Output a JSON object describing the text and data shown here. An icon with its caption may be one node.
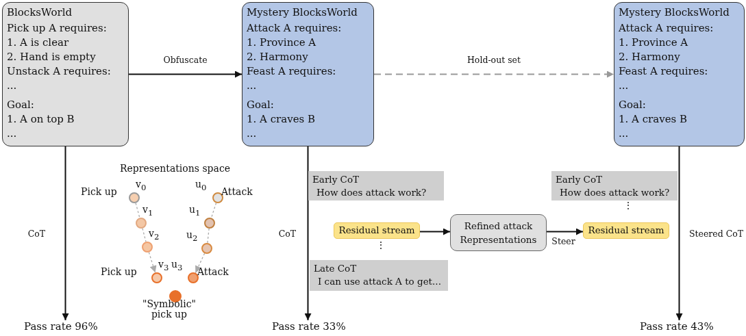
{
  "diagram": {
    "nodes": [
      {
        "text": [
          "BlocksWorld",
          "Pick up A requires:",
          "1. A is clear",
          "2. Hand is empty",
          "Unstack A requires:",
          "...",
          "Goal:",
          "1. A on top B",
          "..."
        ]
      },
      {
        "text": [
          "Mystery BlocksWorld",
          "Attack A requires:",
          "1. Province A",
          "2. Harmony",
          "Feast A requires:",
          "...",
          "Goal:",
          "1. A craves B",
          "..."
        ]
      },
      {
        "text": [
          "Mystery BlocksWorld",
          "Attack A requires:",
          "1. Province A",
          "2. Harmony",
          "Feast A requires:",
          "...",
          "Goal:",
          "1. A craves B",
          "..."
        ]
      },
      {
        "text": [],
        "shape": "circle",
        "beside": [
          "Pick up",
          "v$_{0}$"
        ]
      },
      {
        "text": [],
        "shape": "circle",
        "beside": [
          "u$_{0}$",
          "Attack"
        ]
      },
      {
        "text": [],
        "shape": "circle",
        "beside": [
          "v$_{1}$"
        ]
      },
      {
        "text": [],
        "shape": "circle",
        "beside": [
          "u$_{1}$"
        ]
      },
      {
        "text": [],
        "shape": "circle",
        "beside": [
          "v$_{2}$"
        ]
      },
      {
        "text": [],
        "shape": "circle",
        "beside": [
          "u$_{2}$"
        ]
      },
      {
        "text": [],
        "shape": "circle",
        "beside": [
          "Pick up",
          "v$_{3}$"
        ]
      },
      {
        "text": [],
        "shape": "circle",
        "beside": [
          "u$_{3}$",
          "Attack"
        ]
      },
      {
        "text": [],
        "shape": "circle",
        "beside": [
          "\"Symbolic\" pick up"
        ]
      },
      {
        "text": [
          "Early CoT",
          "How does attack work?"
        ]
      },
      {
        "text": [
          "Residual stream"
        ]
      },
      {
        "text": [
          "Refined attack Representations"
        ]
      },
      {
        "text": [
          "Late CoT",
          "I can use attack A to get..."
        ]
      },
      {
        "text": [
          "Early CoT",
          "How does attack work?"
        ]
      },
      {
        "text": [
          "Residual stream"
        ]
      },
      {
        "text": [
          "Pass rate 96%"
        ]
      },
      {
        "text": [
          "Pass rate 33%"
        ]
      },
      {
        "text": [
          "Pass rate 43%"
        ]
      }
    ],
    "edges": [
      {
        "from": 0,
        "to": 1,
        "arrow": "to",
        "label": "Obfuscate"
      },
      {
        "from": 1,
        "to": 2,
        "arrow": "to",
        "label": "Hold-out set",
        "style": "dashed",
        "color": "#999999"
      },
      {
        "from": 0,
        "to": 18,
        "arrow": "to",
        "label": "CoT"
      },
      {
        "from": 1,
        "to": 19,
        "arrow": "to",
        "label": "CoT"
      },
      {
        "from": 2,
        "to": 20,
        "arrow": "to",
        "label": "Steered CoT"
      },
      {
        "from": 3,
        "to": 5,
        "arrow": "none",
        "style": "dashed",
        "color": "#aaaaaa"
      },
      {
        "from": 5,
        "to": 7,
        "arrow": "none",
        "style": "dashed",
        "color": "#aaaaaa"
      },
      {
        "from": 7,
        "to": 9,
        "arrow": "to",
        "style": "dashed",
        "color": "#aaaaaa"
      },
      {
        "from": 4,
        "to": 6,
        "arrow": "none",
        "style": "dashed",
        "color": "#aaaaaa"
      },
      {
        "from": 6,
        "to": 8,
        "arrow": "none",
        "style": "dashed",
        "color": "#aaaaaa"
      },
      {
        "from": 8,
        "to": 10,
        "arrow": "to",
        "style": "dashed",
        "color": "#aaaaaa"
      },
      {
        "from": 13,
        "to": 14,
        "arrow": "to"
      },
      {
        "from": 14,
        "to": 17,
        "arrow": "to",
        "label": "Steer"
      }
    ],
    "labels": [
      "Representations space",
      "⋮",
      "⋮"
    ]
  }
}
